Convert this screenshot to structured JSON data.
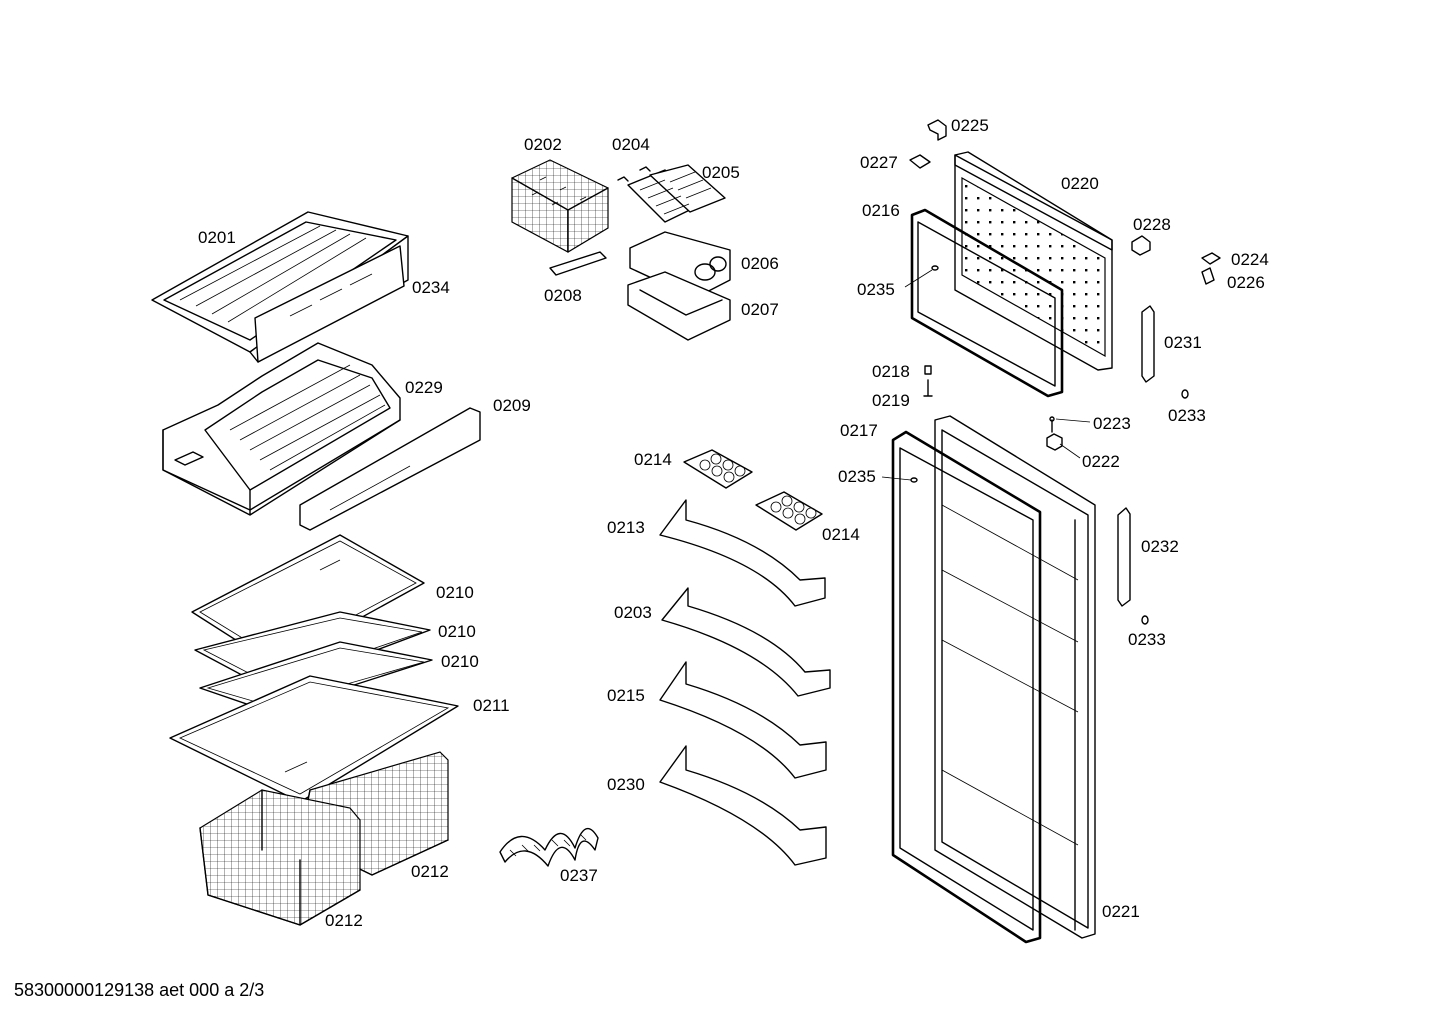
{
  "diagram": {
    "parts": {
      "p0201": "0201",
      "p0202": "0202",
      "p0203": "0203",
      "p0204": "0204",
      "p0205": "0205",
      "p0206": "0206",
      "p0207": "0207",
      "p0208": "0208",
      "p0209": "0209",
      "p0210a": "0210",
      "p0210b": "0210",
      "p0210c": "0210",
      "p0211": "0211",
      "p0212a": "0212",
      "p0212b": "0212",
      "p0213": "0213",
      "p0214a": "0214",
      "p0214b": "0214",
      "p0215": "0215",
      "p0216": "0216",
      "p0217": "0217",
      "p0218": "0218",
      "p0219": "0219",
      "p0220": "0220",
      "p0221": "0221",
      "p0222": "0222",
      "p0223": "0223",
      "p0224": "0224",
      "p0225": "0225",
      "p0226": "0226",
      "p0227": "0227",
      "p0228": "0228",
      "p0229": "0229",
      "p0230": "0230",
      "p0231": "0231",
      "p0232": "0232",
      "p0233a": "0233",
      "p0233b": "0233",
      "p0234": "0234",
      "p0235a": "0235",
      "p0235b": "0235",
      "p0237": "0237"
    }
  },
  "footer": {
    "document_id": "58300000129138 aet 000 a 2/3"
  }
}
